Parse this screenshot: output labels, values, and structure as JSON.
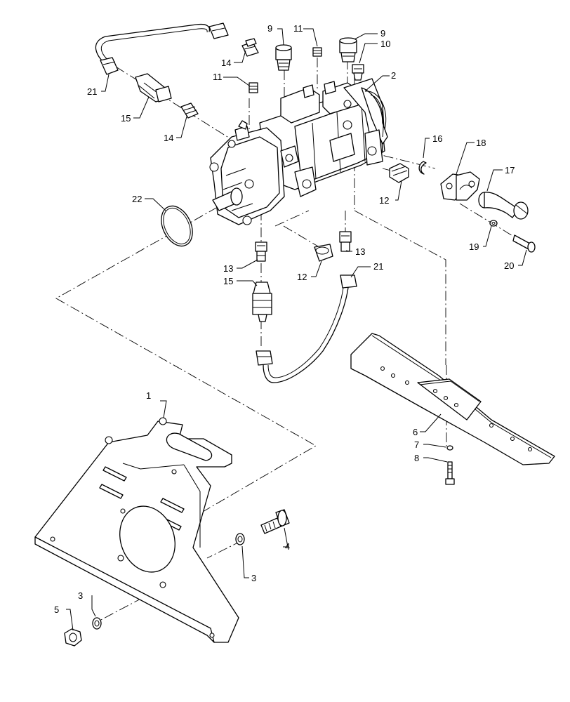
{
  "callouts": {
    "c1": "1",
    "c2": "2",
    "c3a": "3",
    "c3b": "3",
    "c4": "4",
    "c5": "5",
    "c6": "6",
    "c7": "7",
    "c8": "8",
    "c9a": "9",
    "c9b": "9",
    "c10": "10",
    "c11a": "11",
    "c11b": "11",
    "c12a": "12",
    "c12b": "12",
    "c13a": "13",
    "c13b": "13",
    "c14a": "14",
    "c14b": "14",
    "c15a": "15",
    "c15b": "15",
    "c16": "16",
    "c17": "17",
    "c18": "18",
    "c19": "19",
    "c20": "20",
    "c21a": "21",
    "c21b": "21",
    "c22": "22"
  }
}
